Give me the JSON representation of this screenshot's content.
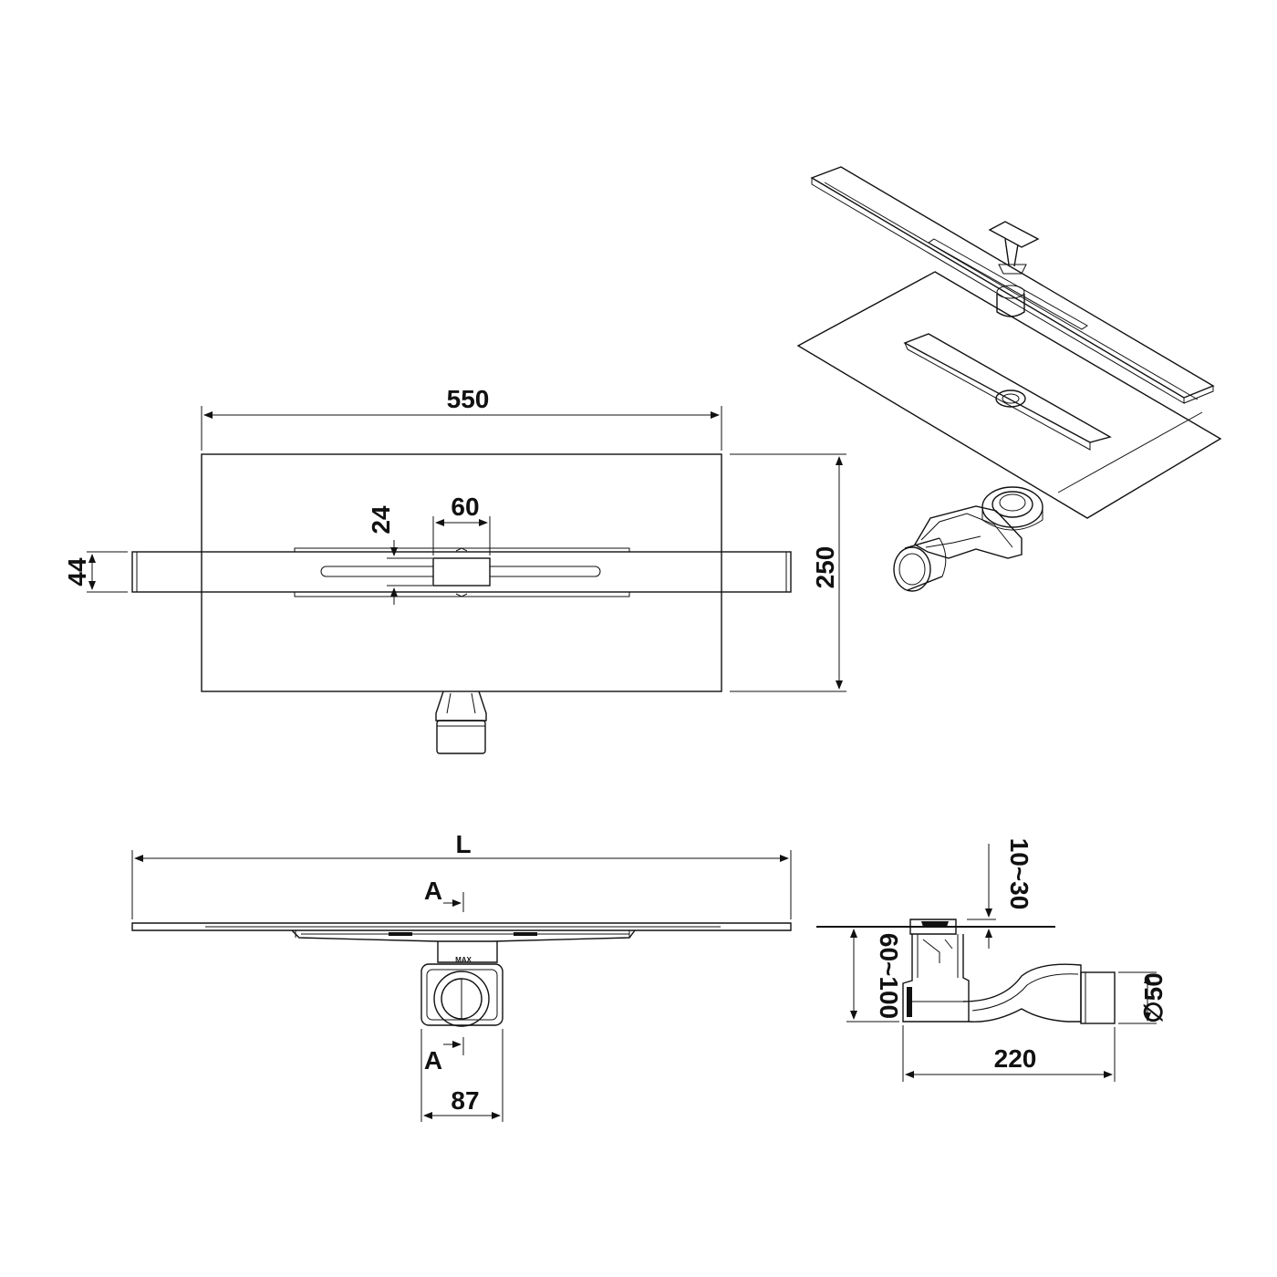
{
  "dimensions": {
    "plate_width": "550",
    "plate_depth": "250",
    "channel_width": "44",
    "grate_gap": "24",
    "outlet_width": "60",
    "length": "L",
    "section_marker_top": "A",
    "section_marker_bottom": "A",
    "outlet_body_width": "87",
    "floor_thickness": "10~30",
    "install_height": "60~100",
    "outlet_pipe_diameter": "∅50",
    "outlet_length": "220"
  },
  "labels": {
    "max_mark": "MAX"
  }
}
